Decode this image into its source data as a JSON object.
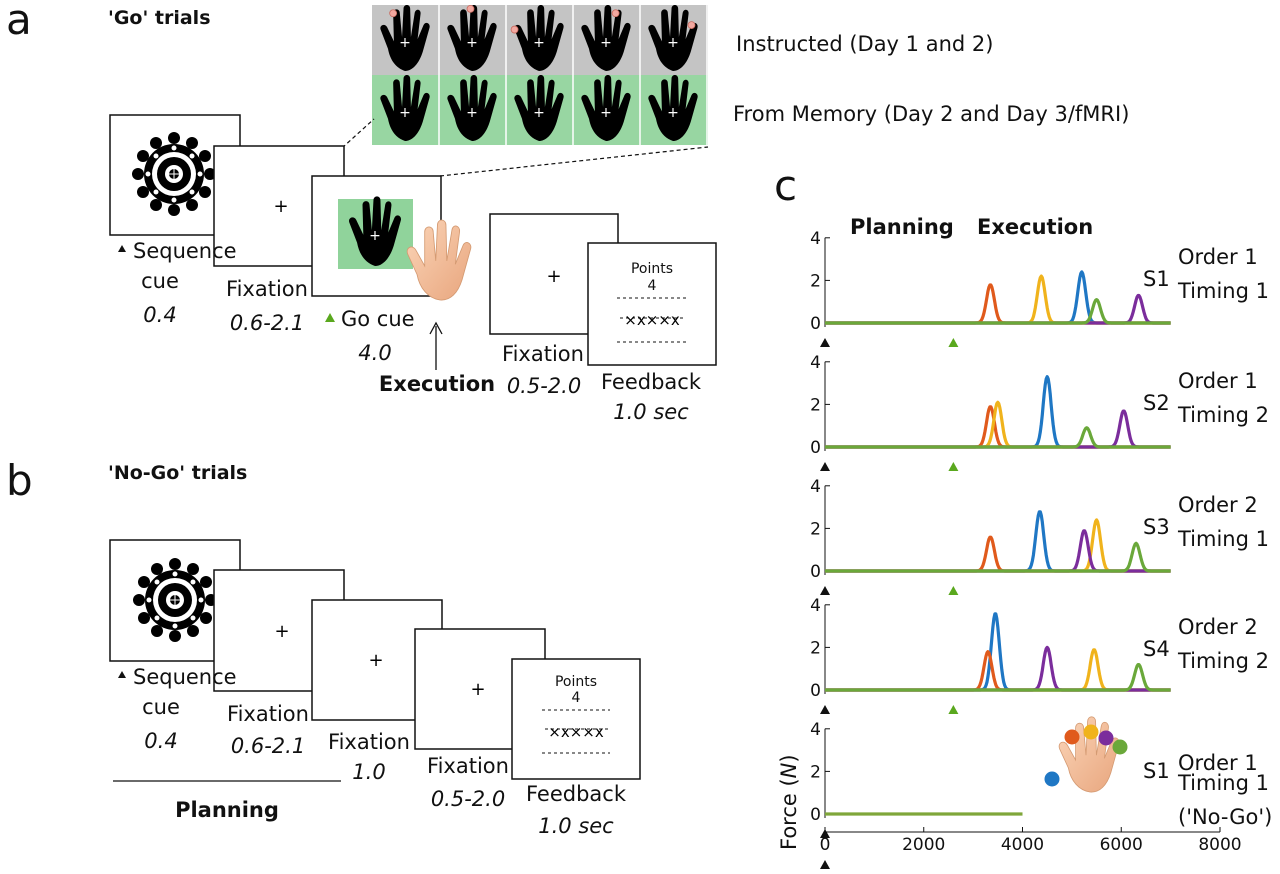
{
  "panel_a": {
    "letter": "a",
    "title": "'Go' trials",
    "row_instructed": "Instructed (Day 1 and 2)",
    "row_memory": "From Memory (Day 2 and Day 3/fMRI)",
    "seq_cue_label": "Sequence",
    "seq_cue_label2": "cue",
    "seq_cue_time": "0.4",
    "fix1_label": "Fixation",
    "fix1_time": "0.6-2.1",
    "go_cue_label": "Go cue",
    "go_cue_time": "4.0",
    "execution_label": "Execution",
    "fix2_label": "Fixation",
    "fix2_time": "0.5-2.0",
    "feedback_label": "Feedback",
    "feedback_time": "1.0 sec",
    "points_label": "Points",
    "points_value": "4",
    "colors": {
      "instructed_bg": "#c4c4c4",
      "memory_bg": "#98d6a2",
      "go_bg": "#90d39b",
      "go_marker": "#5aa81e",
      "dot": "#f2a8a0"
    }
  },
  "panel_b": {
    "letter": "b",
    "title": "'No-Go' trials",
    "seq_cue_label": "Sequence",
    "seq_cue_label2": "cue",
    "seq_cue_time": "0.4",
    "fix1_label": "Fixation",
    "fix1_time": "0.6-2.1",
    "fix2_label": "Fixation",
    "fix2_time": "1.0",
    "fix3_label": "Fixation",
    "fix3_time": "0.5-2.0",
    "feedback_label": "Feedback",
    "feedback_time": "1.0 sec",
    "points_label": "Points",
    "points_value": "4",
    "planning_label": "Planning"
  },
  "panel_c": {
    "letter": "c",
    "planning_label": "Planning",
    "execution_label": "Execution",
    "ylabel": "Force (N)",
    "ylabel_prefix": "Force (",
    "ylabel_unit": "N",
    "ylabel_suffix": ")",
    "finger_colors": [
      "#1f77c4",
      "#e05a1c",
      "#f0b31c",
      "#7b2d9c",
      "#6aa83a"
    ],
    "subplot_labels": [
      {
        "s": "S1",
        "l1": "Order 1",
        "l2": "Timing 1",
        "l3": ""
      },
      {
        "s": "S2",
        "l1": "Order 1",
        "l2": "Timing 2",
        "l3": ""
      },
      {
        "s": "S3",
        "l1": "Order 2",
        "l2": "Timing 1",
        "l3": ""
      },
      {
        "s": "S4",
        "l1": "Order 2",
        "l2": "Timing 2",
        "l3": ""
      },
      {
        "s": "S1",
        "l1": "Order 1",
        "l2": "Timing 1",
        "l3": "('No-Go')"
      }
    ]
  },
  "chart_data": {
    "type": "line",
    "xlabel": "",
    "ylabel": "Force (N)",
    "xlim": [
      0,
      8000
    ],
    "ylim": [
      0,
      4
    ],
    "xticks": [
      0,
      2000,
      4000,
      6000,
      8000
    ],
    "yticks": [
      0,
      2,
      4
    ],
    "sequence_cue_time": 0,
    "go_cue_time": 2600,
    "subplots": [
      {
        "name": "S1",
        "series": [
          {
            "name": "Thumb",
            "color": "#1f77c4",
            "peak_time": 5200,
            "peak_force": 2.4
          },
          {
            "name": "Index",
            "color": "#e05a1c",
            "peak_time": 3350,
            "peak_force": 1.8
          },
          {
            "name": "Middle",
            "color": "#f0b31c",
            "peak_time": 4380,
            "peak_force": 2.2
          },
          {
            "name": "Ring",
            "color": "#7b2d9c",
            "peak_time": 6350,
            "peak_force": 1.3
          },
          {
            "name": "Little",
            "color": "#6aa83a",
            "peak_time": 5500,
            "peak_force": 1.1
          }
        ]
      },
      {
        "name": "S2",
        "series": [
          {
            "name": "Thumb",
            "color": "#1f77c4",
            "peak_time": 4500,
            "peak_force": 3.3
          },
          {
            "name": "Index",
            "color": "#e05a1c",
            "peak_time": 3350,
            "peak_force": 1.9
          },
          {
            "name": "Middle",
            "color": "#f0b31c",
            "peak_time": 3500,
            "peak_force": 2.1
          },
          {
            "name": "Ring",
            "color": "#7b2d9c",
            "peak_time": 6050,
            "peak_force": 1.7
          },
          {
            "name": "Little",
            "color": "#6aa83a",
            "peak_time": 5300,
            "peak_force": 0.9
          }
        ]
      },
      {
        "name": "S3",
        "series": [
          {
            "name": "Thumb",
            "color": "#1f77c4",
            "peak_time": 4350,
            "peak_force": 2.8
          },
          {
            "name": "Index",
            "color": "#e05a1c",
            "peak_time": 3350,
            "peak_force": 1.6
          },
          {
            "name": "Middle",
            "color": "#f0b31c",
            "peak_time": 5500,
            "peak_force": 2.4
          },
          {
            "name": "Ring",
            "color": "#7b2d9c",
            "peak_time": 5250,
            "peak_force": 1.9
          },
          {
            "name": "Little",
            "color": "#6aa83a",
            "peak_time": 6300,
            "peak_force": 1.3
          }
        ]
      },
      {
        "name": "S4",
        "series": [
          {
            "name": "Thumb",
            "color": "#1f77c4",
            "peak_time": 3450,
            "peak_force": 3.6
          },
          {
            "name": "Index",
            "color": "#e05a1c",
            "peak_time": 3300,
            "peak_force": 1.8
          },
          {
            "name": "Middle",
            "color": "#f0b31c",
            "peak_time": 5450,
            "peak_force": 1.9
          },
          {
            "name": "Ring",
            "color": "#7b2d9c",
            "peak_time": 4500,
            "peak_force": 2.0
          },
          {
            "name": "Little",
            "color": "#6aa83a",
            "peak_time": 6350,
            "peak_force": 1.2
          }
        ]
      },
      {
        "name": "S1 ('No-Go')",
        "series": [
          {
            "name": "Baseline",
            "color": "#7fa63a",
            "x_end": 4000,
            "force": 0
          }
        ]
      }
    ]
  }
}
